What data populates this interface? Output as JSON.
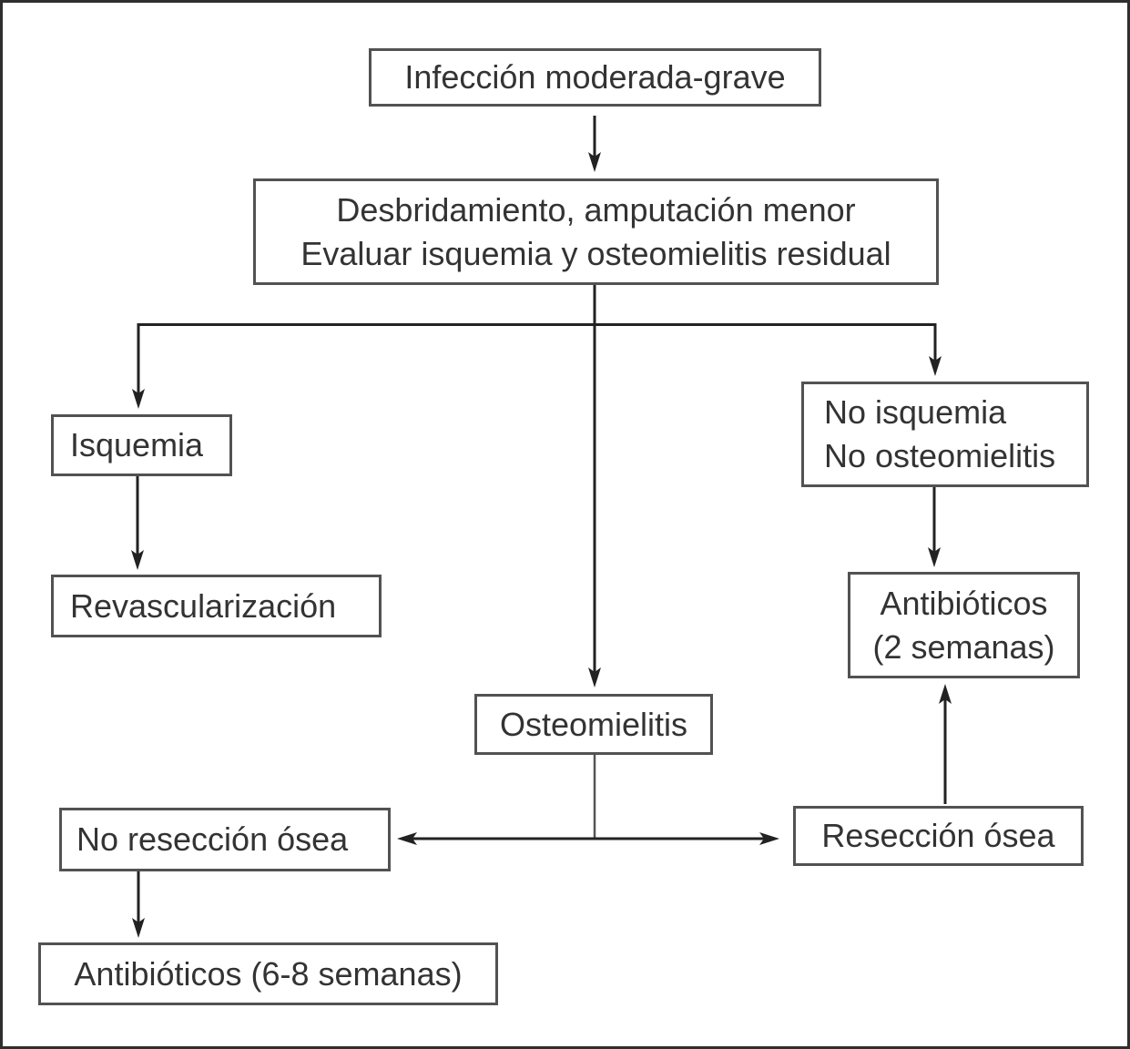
{
  "diagram": {
    "nodes": {
      "infeccion_moderada_grave": {
        "label": "Infección moderada-grave"
      },
      "desbridamiento": {
        "lines": [
          "Desbridamiento, amputación menor",
          "Evaluar isquemia y osteomielitis residual"
        ]
      },
      "isquemia": {
        "label": "Isquemia"
      },
      "no_isquemia": {
        "lines": [
          "No isquemia",
          "No osteomielitis"
        ]
      },
      "revascularizacion": {
        "label": "Revascularización"
      },
      "antibioticos_2_semanas": {
        "lines": [
          "Antibióticos",
          "(2 semanas)"
        ]
      },
      "osteomielitis": {
        "label": "Osteomielitis"
      },
      "no_reseccion_osea": {
        "label": "No resección ósea"
      },
      "reseccion_osea": {
        "label": "Resección ósea"
      },
      "antibioticos_6_8_semanas": {
        "label": "Antibióticos (6-8 semanas)"
      }
    },
    "edges": [
      {
        "from": "infeccion_moderada_grave",
        "to": "desbridamiento",
        "type": "arrow"
      },
      {
        "from": "desbridamiento",
        "to": "isquemia",
        "type": "arrow"
      },
      {
        "from": "desbridamiento",
        "to": "osteomielitis",
        "type": "arrow"
      },
      {
        "from": "desbridamiento",
        "to": "no_isquemia",
        "type": "arrow"
      },
      {
        "from": "isquemia",
        "to": "revascularizacion",
        "type": "arrow"
      },
      {
        "from": "no_isquemia",
        "to": "antibioticos_2_semanas",
        "type": "arrow"
      },
      {
        "from": "osteomielitis",
        "to": "no_reseccion_osea",
        "type": "arrow"
      },
      {
        "from": "osteomielitis",
        "to": "reseccion_osea",
        "type": "arrow"
      },
      {
        "from": "reseccion_osea",
        "to": "antibioticos_2_semanas",
        "type": "arrow"
      },
      {
        "from": "no_reseccion_osea",
        "to": "antibioticos_6_8_semanas",
        "type": "arrow"
      }
    ],
    "colors": {
      "background": "#ffffff",
      "frame": "#2e2e2e",
      "box_border": "#525252",
      "connector": "#222222",
      "text": "#333333"
    }
  }
}
